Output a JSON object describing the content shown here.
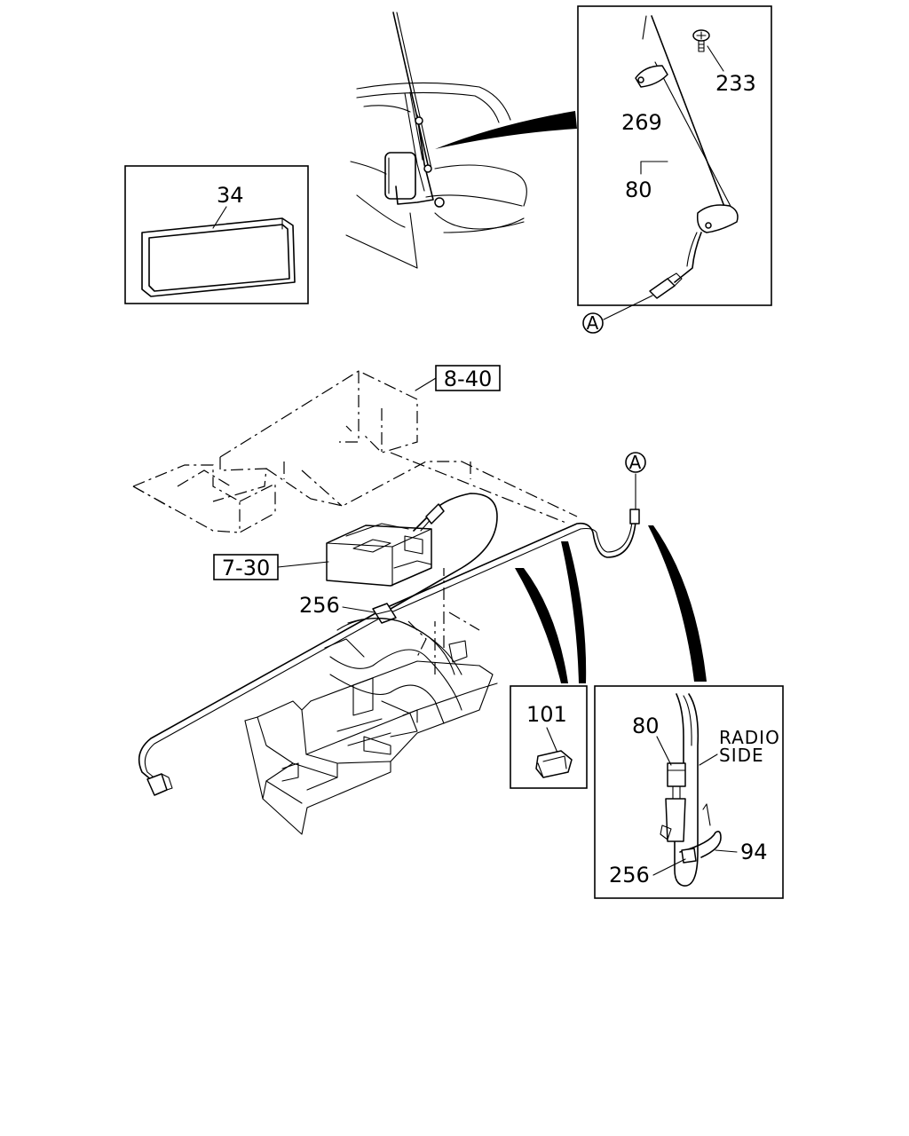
{
  "callouts": {
    "gasket": "34",
    "screw": "233",
    "bracket": "269",
    "antenna_top": "80",
    "connector_a_top": "A",
    "connector_a_mid": "A",
    "ref_8_40": "8-40",
    "ref_7_30": "7-30",
    "clip_main": "256",
    "clamp": "101",
    "cable_detail": "80",
    "clip_detail": "256",
    "band": "94"
  },
  "notes": {
    "radio_side_line1": "RADIO",
    "radio_side_line2": "SIDE"
  }
}
